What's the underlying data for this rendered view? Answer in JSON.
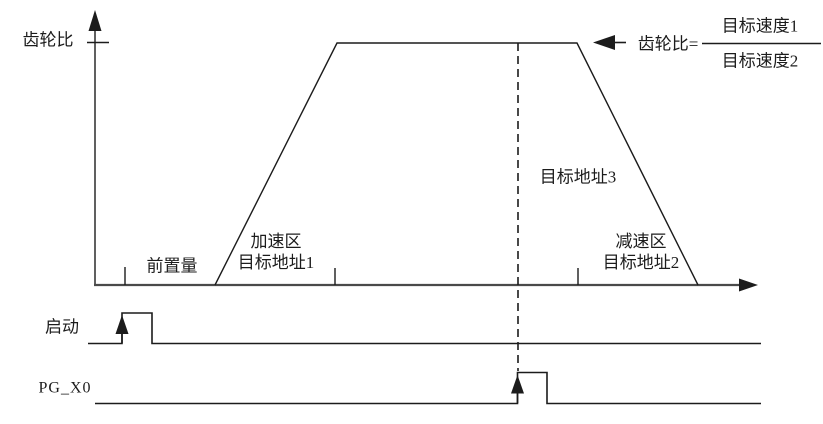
{
  "figure": {
    "y_axis_label": "齿轮比",
    "preset_label": "前置量",
    "accel_zone": {
      "line1": "加速区",
      "line2": "目标地址1"
    },
    "cruise_target_label": "目标地址3",
    "decel_zone": {
      "line1": "减速区",
      "line2": "目标地址2"
    },
    "formula": {
      "lhs": "齿轮比=",
      "numerator": "目标速度1",
      "denominator": "目标速度2"
    },
    "start_signal_label": "启动",
    "pg_signal_label": "PG_X0",
    "colors": {
      "stroke": "#1c1c1c",
      "axis": "#4a4a4a",
      "background": "#ffffff"
    }
  }
}
